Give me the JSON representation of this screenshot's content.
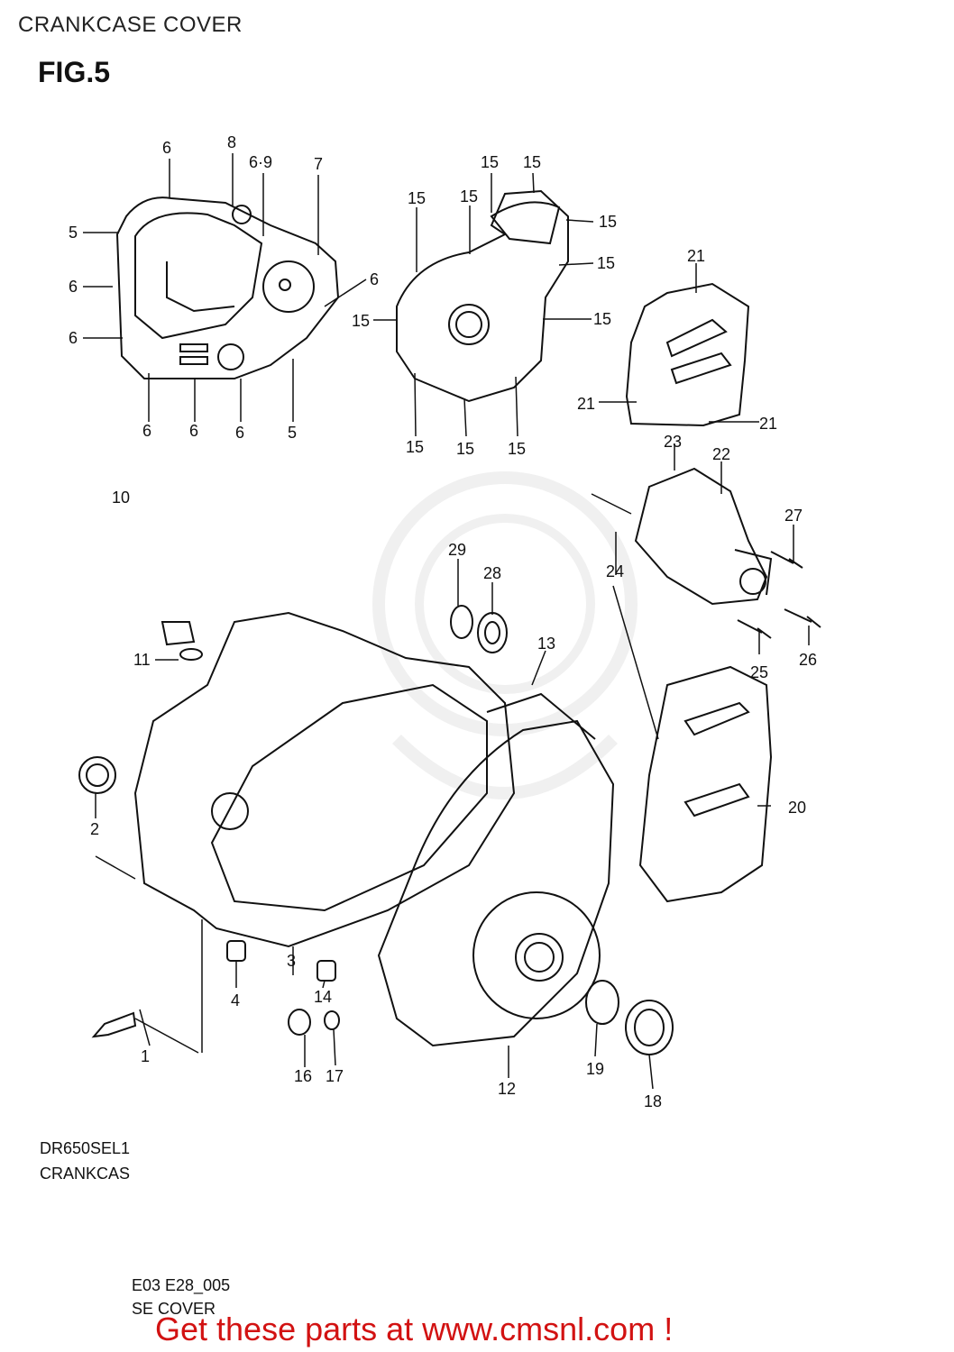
{
  "header": {
    "title": "CRANKCASE COVER"
  },
  "figure": {
    "number": "FIG.5"
  },
  "callouts": {
    "c1": "1",
    "c2": "2",
    "c3": "3",
    "c4": "4",
    "c5a": "5",
    "c5b": "5",
    "c6a": "6",
    "c6b": "6",
    "c6c": "6",
    "c6d": "6",
    "c6e": "6",
    "c6f": "6",
    "c6g": "6",
    "c69": "6·9",
    "c7": "7",
    "c8": "8",
    "c10": "10",
    "c11": "11",
    "c12": "12",
    "c13": "13",
    "c14": "14",
    "c15a": "15",
    "c15b": "15",
    "c15c": "15",
    "c15d": "15",
    "c15e": "15",
    "c15f": "15",
    "c15g": "15",
    "c15h": "15",
    "c15i": "15",
    "c15j": "15",
    "c15k": "15",
    "c16": "16",
    "c17": "17",
    "c18": "18",
    "c19": "19",
    "c20": "20",
    "c21a": "21",
    "c21b": "21",
    "c21c": "21",
    "c22": "22",
    "c23": "23",
    "c24": "24",
    "c25": "25",
    "c26": "26",
    "c27": "27",
    "c28": "28",
    "c29": "29"
  },
  "footer": {
    "model": "DR650SEL1",
    "model_caption": "CRANKCAS",
    "code": "E03 E28_005",
    "code_caption": "SE COVER",
    "promo": "Get these parts at www.cmsnl.com !"
  },
  "colors": {
    "line": "#111111",
    "promo": "#d21212",
    "watermark": "#888888"
  }
}
